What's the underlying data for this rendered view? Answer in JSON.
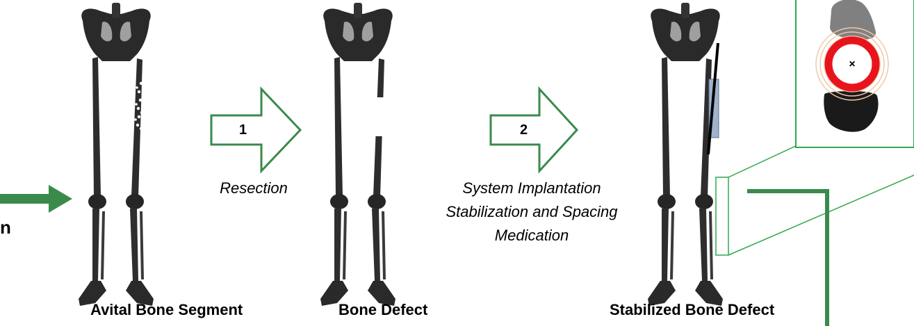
{
  "left_cut_text": "n",
  "step1": {
    "number": "1",
    "label": "Resection"
  },
  "step2": {
    "number": "2",
    "lines": [
      "System Implantation",
      "Stabilization and Spacing",
      "Medication"
    ]
  },
  "captions": {
    "avital": "Avital Bone Segment",
    "defect": "Bone Defect",
    "stabilized": "Stabilized Bone Defect"
  },
  "inset": {
    "center_mark": "×"
  },
  "colors": {
    "arrow_green": "#3a8a4c",
    "ring_red": "#e8141c",
    "ring_halo": "#f2c7a8",
    "spacer_blue": "#9fb4cc",
    "bone_dark": "#1a1a1a",
    "bone_gray": "#808080"
  }
}
